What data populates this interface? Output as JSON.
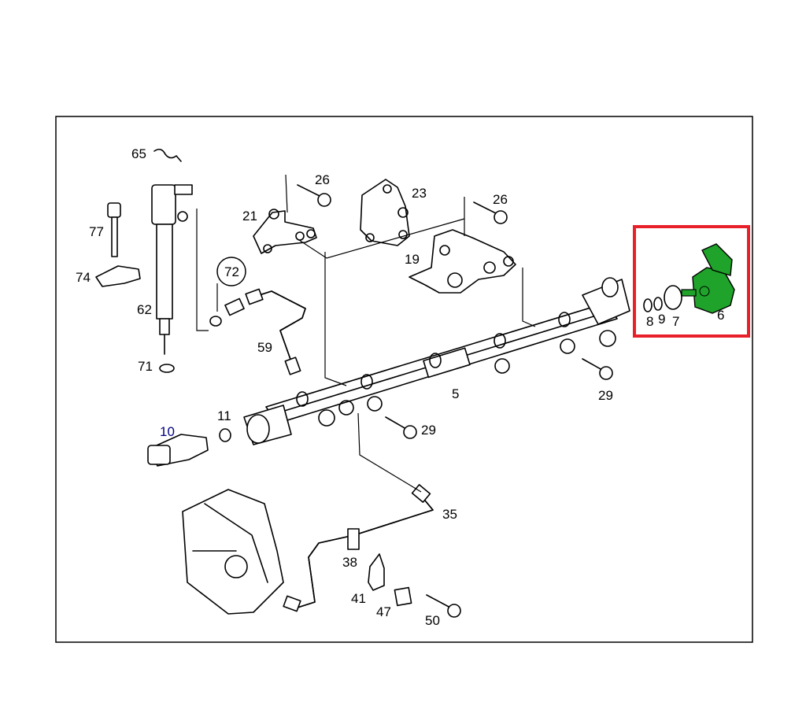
{
  "labels": {
    "p65": "65",
    "p77": "77",
    "p74": "74",
    "p62": "62",
    "p71": "71",
    "p72": "72",
    "p59": "59",
    "p21": "21",
    "p26a": "26",
    "p23": "23",
    "p26b": "26",
    "p19": "19",
    "p8": "8",
    "p9": "9",
    "p7": "7",
    "p6": "6",
    "p5": "5",
    "p29a": "29",
    "p29b": "29",
    "p10": "10",
    "p11": "11",
    "p35": "35",
    "p38": "38",
    "p41": "41",
    "p47": "47",
    "p50": "50"
  },
  "colors": {
    "highlight_box": "#e8202a",
    "highlight_part": "#1fa32a",
    "label_blue": "#000080"
  }
}
